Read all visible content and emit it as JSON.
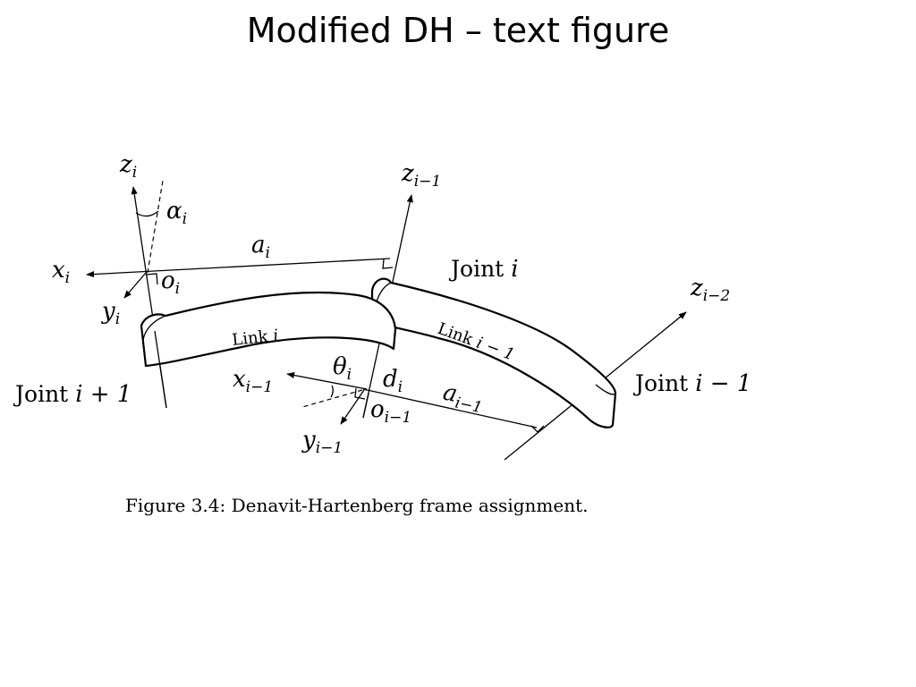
{
  "slide": {
    "title": "Modified DH – text figure"
  },
  "figure": {
    "caption": "Figure 3.4: Denavit-Hartenberg frame assignment.",
    "joints": {
      "joint_i_plus_1": {
        "label": "Joint",
        "suffix": "i + 1"
      },
      "joint_i": {
        "label": "Joint",
        "suffix": "i"
      },
      "joint_i_minus_1": {
        "label": "Joint",
        "suffix": "i − 1"
      }
    },
    "links": {
      "link_i": {
        "label": "Link",
        "index": "i"
      },
      "link_i_minus_1": {
        "label": "Link",
        "index": "i − 1"
      }
    },
    "symbols": {
      "z_i": {
        "base": "z",
        "sub": "i"
      },
      "alpha_i": {
        "base": "α",
        "sub": "i"
      },
      "a_i": {
        "base": "a",
        "sub": "i"
      },
      "x_i": {
        "base": "x",
        "sub": "i"
      },
      "o_i": {
        "base": "o",
        "sub": "i"
      },
      "y_i": {
        "base": "y",
        "sub": "i"
      },
      "z_i_minus_1": {
        "base": "z",
        "sub": "i−1"
      },
      "z_i_minus_2": {
        "base": "z",
        "sub": "i−2"
      },
      "theta_i": {
        "base": "θ",
        "sub": "i"
      },
      "d_i": {
        "base": "d",
        "sub": "i"
      },
      "x_i_minus_1": {
        "base": "x",
        "sub": "i−1"
      },
      "o_i_minus_1": {
        "base": "o",
        "sub": "i−1"
      },
      "a_i_minus_1": {
        "base": "a",
        "sub": "i−1"
      },
      "y_i_minus_1": {
        "base": "y",
        "sub": "i−1"
      }
    }
  }
}
